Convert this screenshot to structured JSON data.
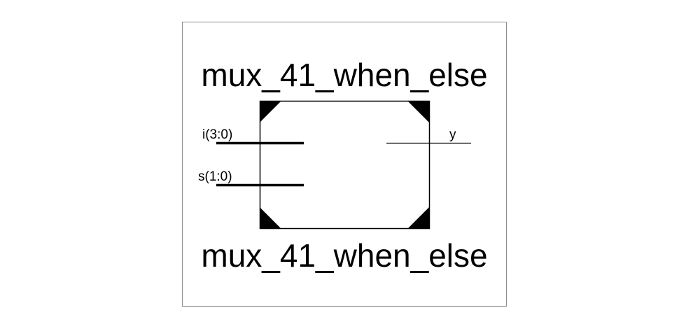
{
  "diagram": {
    "component_name": "mux_41_when_else",
    "instance_name": "mux_41_when_else",
    "inputs": [
      {
        "name": "i(3:0)",
        "bus": true
      },
      {
        "name": "s(1:0)",
        "bus": true
      }
    ],
    "outputs": [
      {
        "name": "y",
        "bus": false
      }
    ]
  }
}
